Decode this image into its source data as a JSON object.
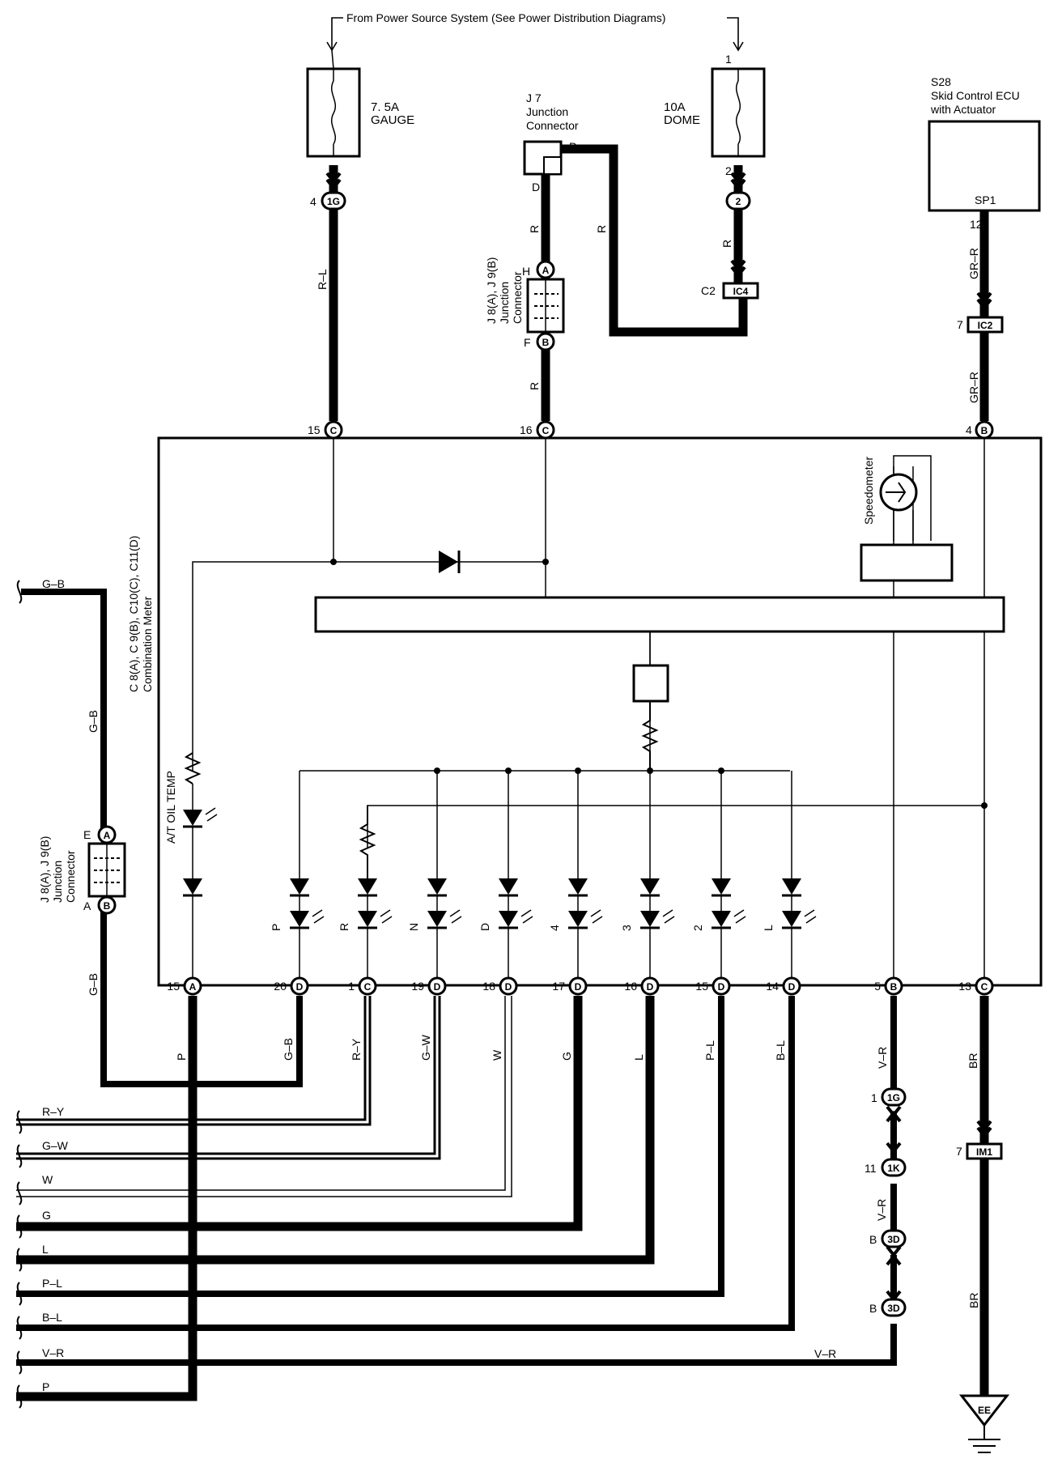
{
  "source_note": "From Power Source System (See Power Distribution Diagrams)",
  "fuses": {
    "gauge": {
      "rating": "7. 5A",
      "name": "GAUGE"
    },
    "dome": {
      "rating": "10A",
      "name": "DOME",
      "pin_in": "1",
      "pin_out": "2"
    }
  },
  "junction_j7": {
    "id": "J 7",
    "name1": "Junction",
    "name2": "Connector",
    "pin_d1": "D",
    "pin_d2": "D"
  },
  "ecu": {
    "id": "S28",
    "line1": "Skid Control ECU",
    "line2": "with Actuator",
    "terminal": "SP1",
    "pin": "12"
  },
  "junction_j8_top": {
    "id": "J 8(A), J 9(B)",
    "name1": "Junction",
    "name2": "Connector",
    "pin_h": "H",
    "pin_f": "F",
    "conn_a": "A",
    "conn_b": "B"
  },
  "junction_j8_left": {
    "id": "J 8(A), J 9(B)",
    "name1": "Junction",
    "name2": "Connector",
    "pin_e": "E",
    "pin_a": "A",
    "conn_a": "A",
    "conn_b": "B"
  },
  "meter": {
    "id": "C 8(A), C 9(B), C10(C), C11(D)",
    "name": "Combination Meter",
    "speedometer": "Speedometer",
    "oil_temp": "A/T OIL TEMP"
  },
  "connectors": {
    "c1g_top": {
      "pin": "4",
      "code": "1G"
    },
    "c2": {
      "code": "2"
    },
    "ic4": {
      "pin": "C2",
      "code": "IC4"
    },
    "ic2": {
      "pin": "7",
      "code": "IC2"
    },
    "im1": {
      "pin": "7",
      "code": "IM1"
    },
    "c1g_bot": {
      "pin": "1",
      "code": "1G"
    },
    "c1k": {
      "pin": "11",
      "code": "1K"
    },
    "c3d_a": {
      "pin": "B",
      "code": "3D"
    },
    "c3d_b": {
      "pin": "B",
      "code": "3D"
    },
    "ground": "EE"
  },
  "top_pins": [
    {
      "num": "15",
      "code": "C"
    },
    {
      "num": "16",
      "code": "C"
    },
    {
      "num": "4",
      "code": "B"
    }
  ],
  "bottom_pins": [
    {
      "num": "15",
      "code": "A"
    },
    {
      "num": "20",
      "code": "D"
    },
    {
      "num": "1",
      "code": "C"
    },
    {
      "num": "19",
      "code": "D"
    },
    {
      "num": "18",
      "code": "D"
    },
    {
      "num": "17",
      "code": "D"
    },
    {
      "num": "16",
      "code": "D"
    },
    {
      "num": "15",
      "code": "D"
    },
    {
      "num": "14",
      "code": "D"
    },
    {
      "num": "5",
      "code": "B"
    },
    {
      "num": "13",
      "code": "C"
    }
  ],
  "indicators": [
    "P",
    "R",
    "N",
    "D",
    "4",
    "3",
    "2",
    "L"
  ],
  "wire_colors": {
    "gauge": "R–L",
    "j7_down": "R",
    "j7_right": "R",
    "j8_down": "R",
    "dome": "R",
    "ecu_top": "GR–R",
    "ecu_bottom": "GR–R",
    "left_top": "G–B",
    "left_vert": "G–B",
    "left_low": "G–B",
    "bottom": [
      "P",
      "G–B",
      "R–Y",
      "G–W",
      "W",
      "G",
      "L",
      "P–L",
      "B–L",
      "V–R",
      "BR"
    ],
    "vr_lower": "V–R",
    "br_lower": "BR",
    "vr_horizontal": "V–R"
  },
  "left_outputs": [
    "R–Y",
    "G–W",
    "W",
    "G",
    "L",
    "P–L",
    "B–L",
    "V–R",
    "P"
  ],
  "colors": {
    "line": "#000000",
    "background": "#ffffff"
  }
}
